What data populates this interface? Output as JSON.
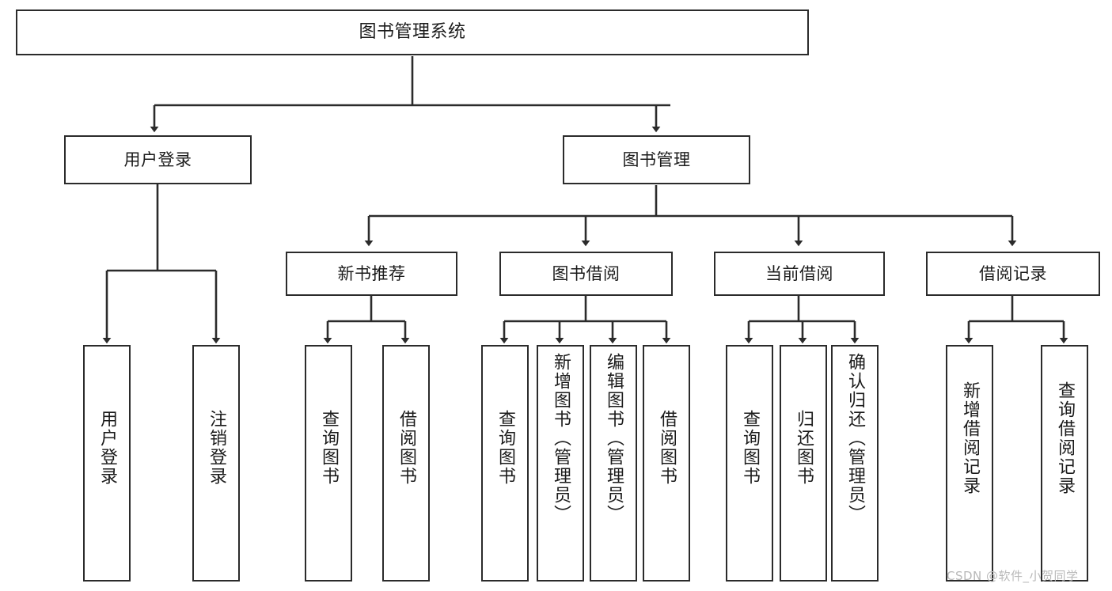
{
  "diagram": {
    "type": "tree-hierarchy-chart",
    "title": "图书管理系统",
    "watermark": "CSDN @软件_小贺同学",
    "colors": {
      "stroke": "#2b2b2b",
      "fill": "#ffffff",
      "text": "#1b1b1b",
      "watermark": "#b9b9b9"
    },
    "nodes": {
      "root": {
        "label": "图书管理系统"
      },
      "level1": [
        {
          "id": "user-login",
          "label": "用户登录"
        },
        {
          "id": "book-manage",
          "label": "图书管理"
        }
      ],
      "level2": [
        {
          "id": "new-book-recommend",
          "label": "新书推荐"
        },
        {
          "id": "book-borrow",
          "label": "图书借阅"
        },
        {
          "id": "current-borrow",
          "label": "当前借阅"
        },
        {
          "id": "borrow-record",
          "label": "借阅记录"
        }
      ],
      "leaves": {
        "user_login": [
          {
            "id": "leaf-user-login",
            "label": "用户登录"
          },
          {
            "id": "leaf-logout",
            "label": "注销登录"
          }
        ],
        "new_book_recommend": [
          {
            "id": "leaf-query-book-1",
            "label": "查询图书"
          },
          {
            "id": "leaf-borrow-book-1",
            "label": "借阅图书"
          }
        ],
        "book_borrow": [
          {
            "id": "leaf-query-book-2",
            "label": "查询图书"
          },
          {
            "id": "leaf-add-book",
            "label": "新增图书（管理员）"
          },
          {
            "id": "leaf-edit-book",
            "label": "编辑图书（管理员）"
          },
          {
            "id": "leaf-borrow-book-2",
            "label": "借阅图书"
          }
        ],
        "current_borrow": [
          {
            "id": "leaf-query-book-3",
            "label": "查询图书"
          },
          {
            "id": "leaf-return-book",
            "label": "归还图书"
          },
          {
            "id": "leaf-confirm-return",
            "label": "确认归还（管理员）"
          }
        ],
        "borrow_record": [
          {
            "id": "leaf-add-record",
            "label": "新增借阅记录"
          },
          {
            "id": "leaf-query-record",
            "label": "查询借阅记录"
          }
        ]
      }
    }
  }
}
